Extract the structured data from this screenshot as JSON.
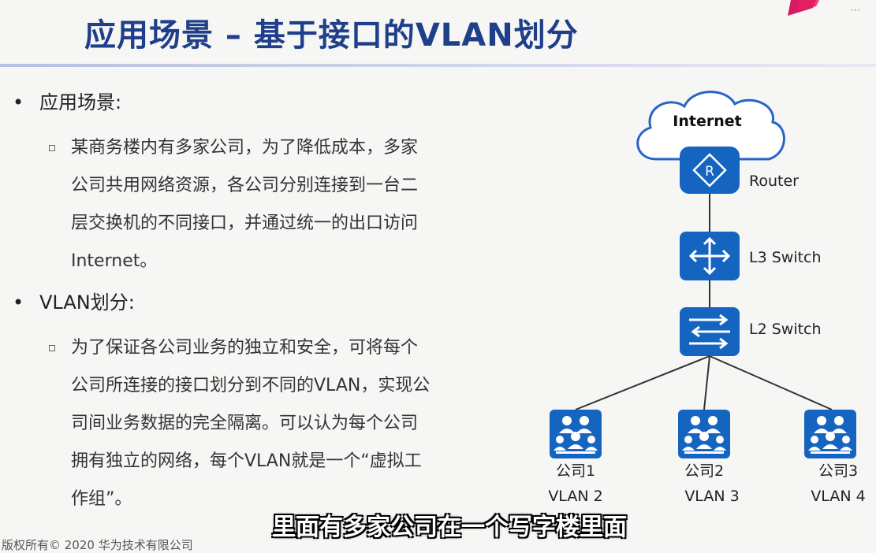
{
  "slide": {
    "title": "应用场景 – 基于接口的VLAN划分",
    "bullets": [
      {
        "heading": "应用场景:",
        "sub_lines": [
          "某商务楼内有多家公司，为了降低成本，多家",
          "公司共用网络资源，各公司分别连接到一台二",
          "层交换机的不同接口，并通过统一的出口访问",
          "Internet。"
        ]
      },
      {
        "heading": "VLAN划分:",
        "sub_lines": [
          "为了保证各公司业务的独立和安全，可将每个",
          "公司所连接的接口划分到不同的VLAN，实现公",
          "司间业务数据的完全隔离。可以认为每个公司",
          "拥有独立的网络，每个VLAN就是一个“虚拟工",
          "作组”。"
        ]
      }
    ],
    "footer": "版权所有© 2020 华为技术有限公司"
  },
  "diagram": {
    "cloud_label": "Internet",
    "router_label": "Router",
    "l3_label": "L3 Switch",
    "l2_label": "L2 Switch",
    "companies": [
      {
        "name": "公司1",
        "vlan": "VLAN 2"
      },
      {
        "name": "公司2",
        "vlan": "VLAN 3"
      },
      {
        "name": "公司3",
        "vlan": "VLAN 4"
      }
    ],
    "device_color": "#1565c0"
  },
  "subtitle": "里面有多家公司在一个写字楼里面"
}
